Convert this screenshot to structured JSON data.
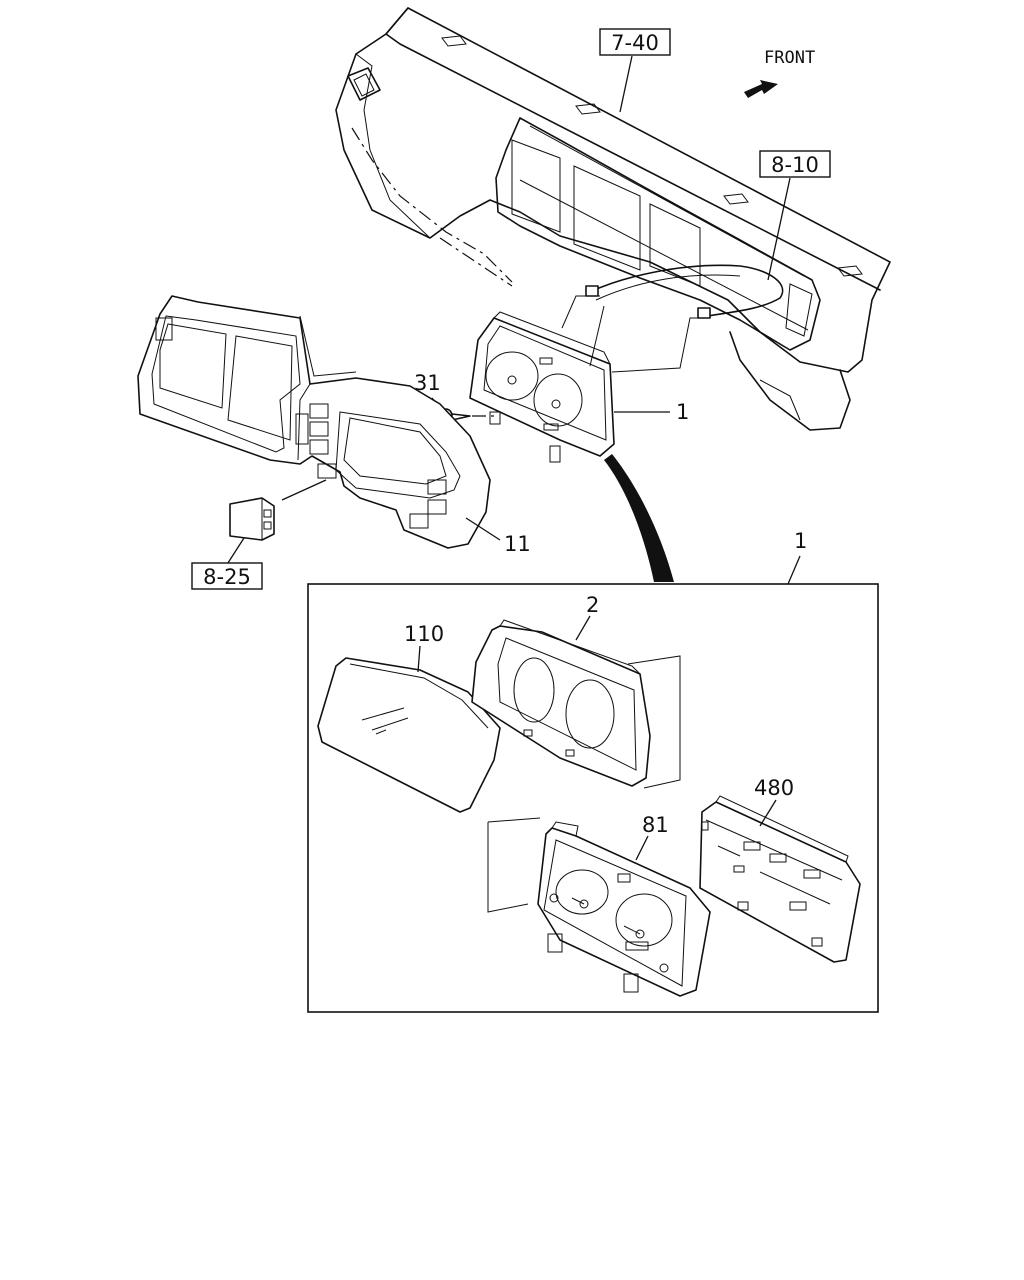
{
  "direction_label": "FRONT",
  "reference_boxes": {
    "dashboard": "7-40",
    "harness": "8-10",
    "switch": "8-25"
  },
  "part_numbers": {
    "meter_assembly": "1",
    "meter_assembly_group": "1",
    "screw": "31",
    "cluster_bezel": "11",
    "meter_case": "2",
    "glass_cover": "110",
    "meter_unit": "81",
    "circuit_board": "480"
  }
}
